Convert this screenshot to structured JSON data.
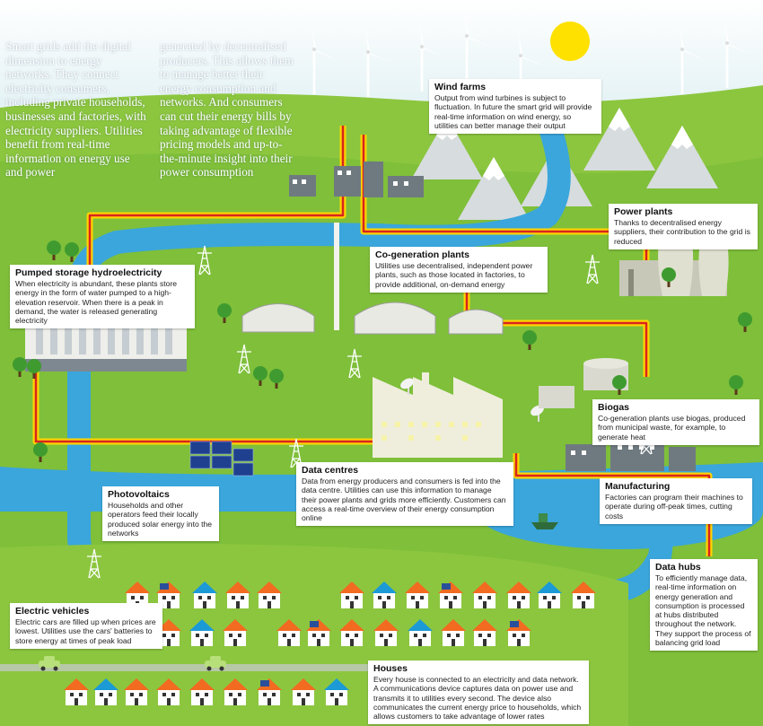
{
  "intro": {
    "col1": "Smart grids add the digital dimension to energy networks. They connect electricity consumers, including private households, businesses and factories, with electricity suppliers. Utilities benefit from real-time information on energy use and power",
    "col2": "generated by decentralised producers. This allows them to manage better their energy consumption and networks. And consumers can cut their energy bills by taking advantage of flexible pricing models and up-to-the-minute insight into their power consumption"
  },
  "labels": {
    "wind_farms": {
      "title": "Wind farms",
      "text": "Output from wind turbines is subject to fluctuation. In future the smart grid will provide real-time information on wind energy, so utilities can better manage their output"
    },
    "power_plants": {
      "title": "Power plants",
      "text": "Thanks to decentralised energy suppliers, their contribution to the grid is reduced"
    },
    "cogeneration": {
      "title": "Co-generation plants",
      "text": "Utilities use decentralised, independent power plants, such as those located in factories, to provide additional, on-demand energy"
    },
    "pumped_storage": {
      "title": "Pumped storage hydroelectricity",
      "text": "When electricity is abundant, these plants store energy in the form of water pumped to a high-elevation reservoir. When there is a peak in demand, the water is released generating electricity"
    },
    "biogas": {
      "title": "Biogas",
      "text": "Co-generation plants use biogas, produced from municipal waste, for example, to generate heat"
    },
    "data_centres": {
      "title": "Data centres",
      "text": "Data from energy producers and consumers is fed into the data centre. Utilities can use this information to manage their power plants and grids more efficiently. Customers can access a real-time overview of their energy consumption online"
    },
    "manufacturing": {
      "title": "Manufacturing",
      "text": "Factories can program their machines to operate during off-peak times, cutting costs"
    },
    "photovoltaics": {
      "title": "Photovoltaics",
      "text": "Households and other operators feed their locally produced solar energy into the networks"
    },
    "data_hubs": {
      "title": "Data hubs",
      "text": "To efficiently manage data, real-time information on energy generation and consumption is processed at hubs distributed throughout the network. They support the process of balancing grid load"
    },
    "electric_vehicles": {
      "title": "Electric vehicles",
      "text": "Electric cars are filled up when prices are lowest. Utilities use the cars' batteries to store energy at times of peak load"
    },
    "houses": {
      "title": "Houses",
      "text": "Every house is connected to an electricity and data network. A communications device captures data on power use and transmits it to utilities every second. The device also communicates the current energy price to households, which allows customers to take advantage of lower rates"
    }
  },
  "colors": {
    "sky": "#eaf4f6",
    "grass": "#8cc63f",
    "grass_dark": "#6fb035",
    "water": "#3aa6dc",
    "line_red": "#d8251f",
    "line_yellow": "#ffd400",
    "sun": "#ffe100",
    "roof_orange": "#f26b21",
    "roof_blue": "#1c9ad6"
  }
}
